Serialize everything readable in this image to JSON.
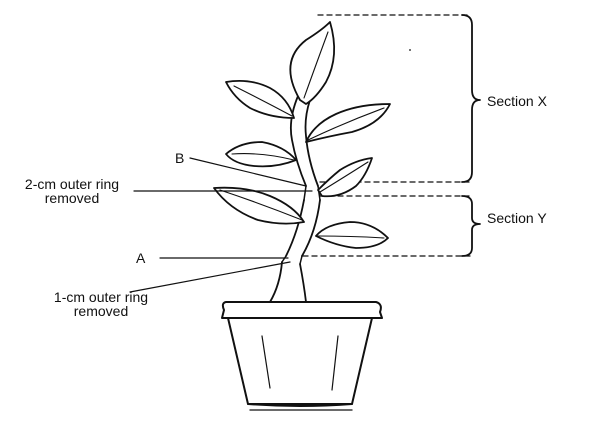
{
  "labels": {
    "section_x": "Section X",
    "section_y": "Section Y",
    "point_b": "B",
    "point_a": "A",
    "ring_2cm_line1": "2-cm outer ring",
    "ring_2cm_line2": "removed",
    "ring_1cm_line1": "1-cm outer ring",
    "ring_1cm_line2": "removed"
  },
  "colors": {
    "stroke": "#111111",
    "background": "#ffffff"
  }
}
